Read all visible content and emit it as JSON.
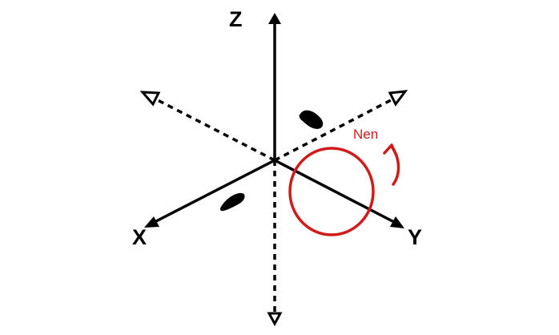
{
  "diagram": {
    "axes": {
      "z_label": "Z",
      "x_label": "X",
      "y_label": "Y"
    },
    "annotation": {
      "label": "Nen",
      "color": "#d11a1a"
    },
    "colors": {
      "axis": "#000000",
      "background": "#ffffff"
    }
  }
}
